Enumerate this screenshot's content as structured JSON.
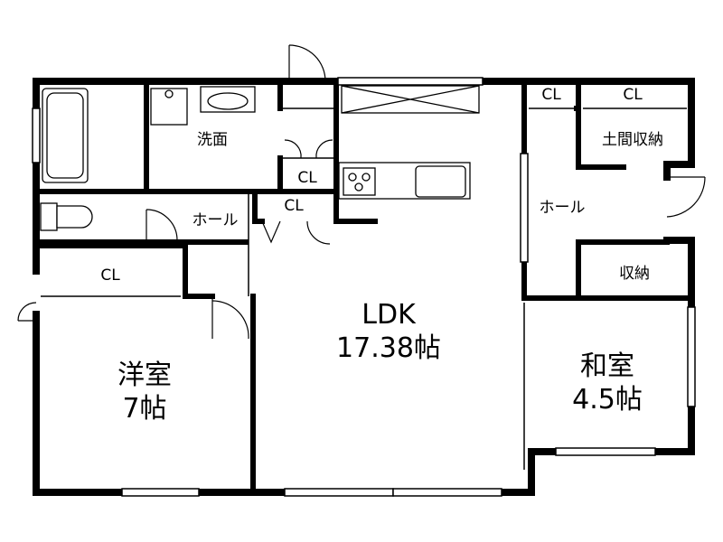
{
  "plan": {
    "wash_room": "洗面",
    "hall_left": "ホール",
    "hall_right": "ホール",
    "doma_storage": "土間収納",
    "storage": "収納",
    "cl_top_right_small": "CL",
    "cl_top_right_large": "CL",
    "cl_wash": "CL",
    "cl_hall": "CL",
    "cl_western": "CL",
    "ldk_name": "LDK",
    "ldk_size": "17.38帖",
    "western_name": "洋室",
    "western_size": "7帖",
    "japanese_name": "和室",
    "japanese_size": "4.5帖"
  }
}
